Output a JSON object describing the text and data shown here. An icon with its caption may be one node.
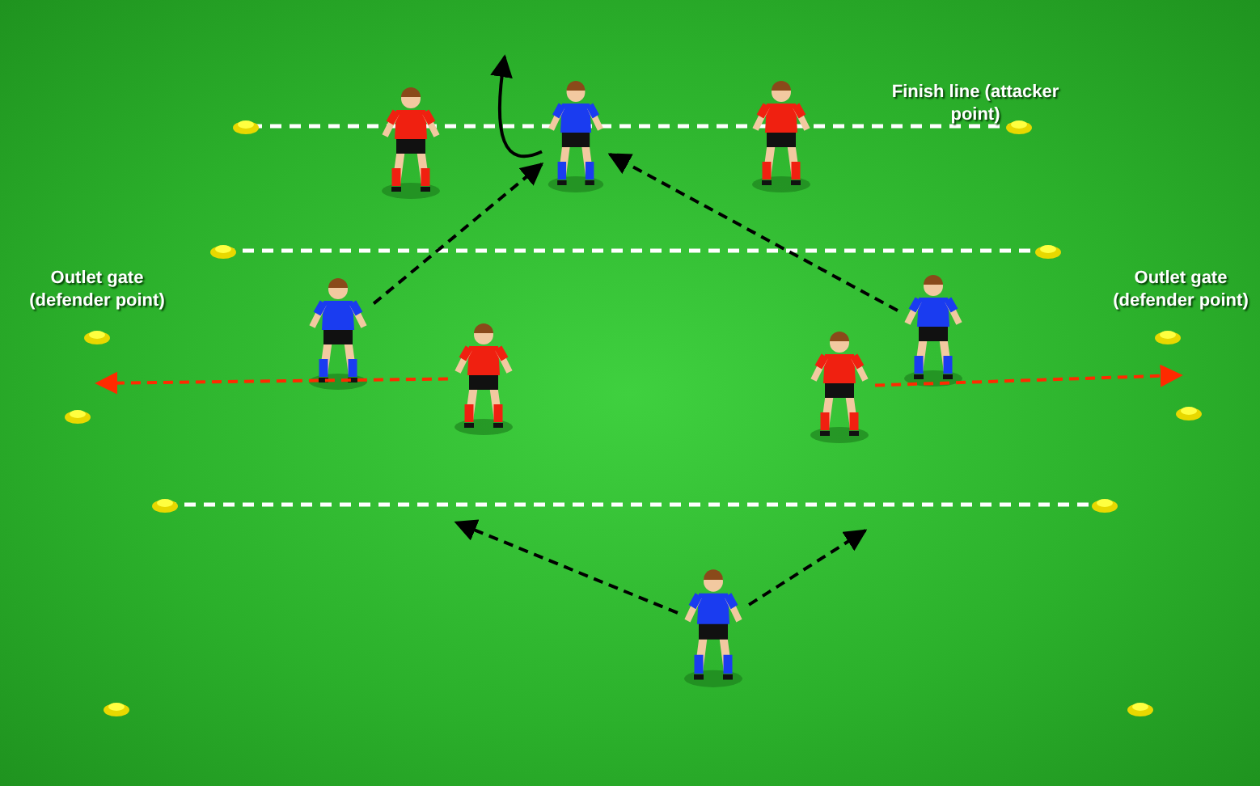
{
  "diagram": {
    "nodes": [
      {
        "text": [],
        "shape": "person"
      },
      {
        "text": [],
        "shape": "person"
      },
      {
        "text": [],
        "shape": "person"
      },
      {
        "text": [],
        "shape": "person"
      },
      {
        "text": [],
        "shape": "person"
      },
      {
        "text": [],
        "shape": "person"
      },
      {
        "text": [],
        "shape": "person"
      },
      {
        "text": [],
        "shape": "person"
      }
    ],
    "edges": [
      {
        "from": 7,
        "to": null,
        "arrow": "to",
        "style": "dashed"
      },
      {
        "from": 7,
        "to": null,
        "arrow": "to",
        "style": "dashed"
      },
      {
        "from": 3,
        "to": 1,
        "arrow": "to",
        "style": "dashed"
      },
      {
        "from": 6,
        "to": 1,
        "arrow": "to",
        "style": "dashed"
      },
      {
        "from": 1,
        "to": null,
        "arrow": "to"
      },
      {
        "from": 4,
        "to": null,
        "arrow": "to",
        "style": "dashed",
        "color": "#ff2a00"
      },
      {
        "from": 5,
        "to": null,
        "arrow": "to",
        "style": "dashed",
        "color": "#ff2a00"
      }
    ],
    "labels": [
      "Finish line (attacker point)",
      "Outlet gate (defender point)",
      "Outlet gate (defender point)"
    ]
  }
}
